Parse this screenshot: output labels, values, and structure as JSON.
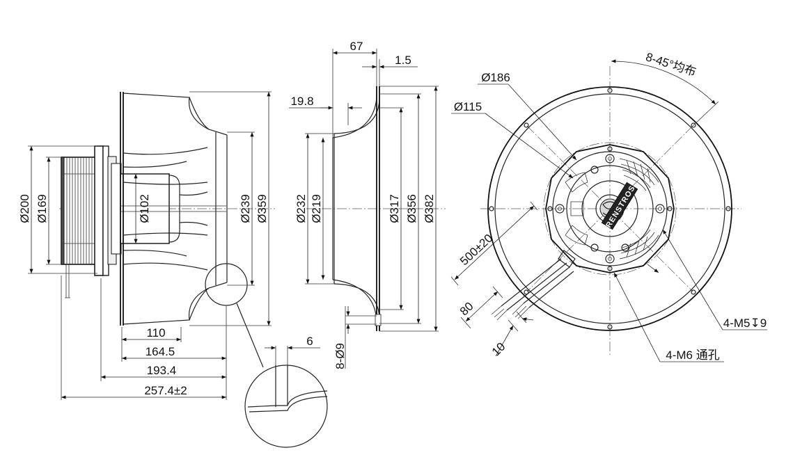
{
  "side_view": {
    "dims": {
      "d200": "Ø200",
      "d169": "Ø169",
      "d102": "Ø102",
      "d239": "Ø239",
      "d359": "Ø359",
      "l110": "110",
      "l164_5": "164.5",
      "l193_4": "193.4",
      "l257_4": "257.4±2"
    },
    "detail": {
      "d6": "6"
    }
  },
  "inlet_view": {
    "dims": {
      "l67": "67",
      "l1_5": "1.5",
      "l19_8": "19.8",
      "d232": "Ø232",
      "d219": "Ø219",
      "d317": "Ø317",
      "d356": "Ø356",
      "d382": "Ø382",
      "holes": "8-Ø9"
    }
  },
  "front_view": {
    "dims": {
      "d186": "Ø186",
      "d115": "Ø115",
      "angle": "8-45°均布",
      "cable": "500±20",
      "l80": "80",
      "l10": "10",
      "m5": "4-M5↧9",
      "m6": "4-M6 通孔"
    },
    "label_plate": "RENSTROS"
  }
}
